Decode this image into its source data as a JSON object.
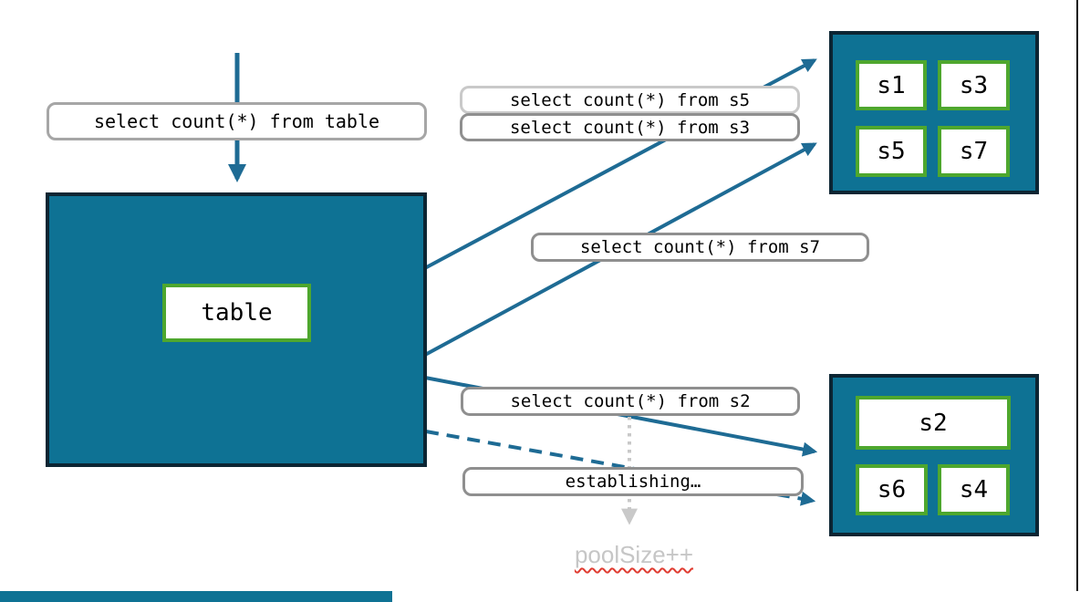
{
  "diagram": {
    "table_label": "table",
    "shards_top": [
      "s1",
      "s3",
      "s5",
      "s7"
    ],
    "shards_bottom": [
      "s2",
      "s6",
      "s4"
    ]
  },
  "queries": {
    "from_table": "select count(*) from table",
    "from_s5": "select count(*) from s5",
    "from_s3": "select count(*) from s3",
    "from_s7": "select count(*) from s7",
    "from_s2": "select count(*) from s2",
    "establishing": "establishing…",
    "pool_size": "poolSize++"
  },
  "colors": {
    "teal_fill": "#0e7294",
    "box_border": "#0c2533",
    "green_border": "#4ea72e",
    "arrow_teal": "#1e6b94",
    "label_border_gray": "#8f8f8f",
    "label_border_medium": "#a6a6a6",
    "label_border_light": "#c9c9c9",
    "dotted_gray": "#c9c9c9",
    "poolsize_gray": "#c6c6c6",
    "squiggle_red": "#e03c31"
  }
}
